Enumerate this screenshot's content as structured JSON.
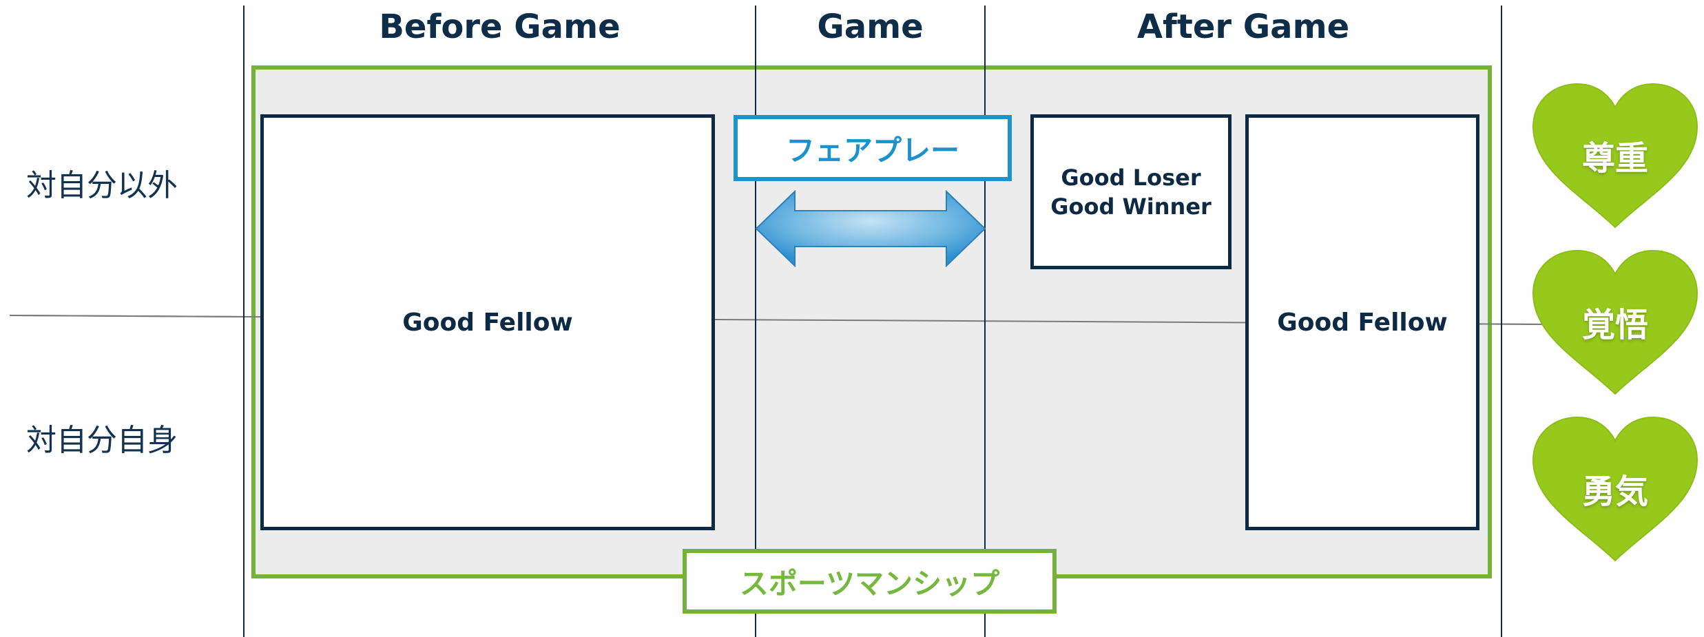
{
  "columns": {
    "before": "Before Game",
    "game": "Game",
    "after": "After Game"
  },
  "rows": {
    "others": "対自分以外",
    "self": "対自分自身"
  },
  "boxes": {
    "good_fellow_left": "Good Fellow",
    "good_loser": "Good Loser",
    "good_winner": "Good Winner",
    "good_fellow_right": "Good Fellow"
  },
  "fairplay": "フェアプレー",
  "sportsmanship": "スポーツマンシップ",
  "hearts": [
    "尊重",
    "覚悟",
    "勇気"
  ],
  "colors": {
    "navy": "#0d2a44",
    "green": "#74b33a",
    "heart_green": "#96c91c",
    "blue": "#1a94cf",
    "background_gray": "#ececec"
  }
}
